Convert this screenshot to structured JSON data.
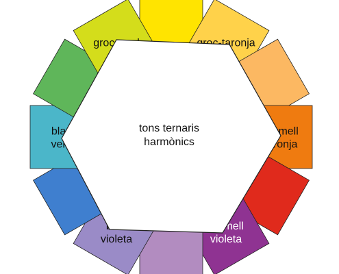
{
  "swatches": [
    {
      "id": "groc",
      "color": "#ffe400",
      "label": []
    },
    {
      "id": "groc-taronja",
      "color": "#ffd24a",
      "label": [
        "groc-taronja"
      ],
      "text_color": "#111111"
    },
    {
      "id": "taronja",
      "color": "#fcb862",
      "label": []
    },
    {
      "id": "vermell-taronja",
      "color": "#ef7b10",
      "label": [
        "vermell",
        "taronja"
      ],
      "text_color": "#111111"
    },
    {
      "id": "vermell",
      "color": "#e02a1c",
      "label": []
    },
    {
      "id": "vermell-violeta",
      "color": "#8f3392",
      "label": [
        "vermell",
        "violeta"
      ],
      "text_color": "#ffffff"
    },
    {
      "id": "violeta",
      "color": "#b28cc0",
      "label": []
    },
    {
      "id": "blau-violeta",
      "color": "#9a8bc7",
      "label": [
        "blau",
        "violeta"
      ],
      "text_color": "#111111"
    },
    {
      "id": "blau",
      "color": "#3f7fcf",
      "label": []
    },
    {
      "id": "blau-verd",
      "color": "#4bb6c9",
      "label": [
        "blau",
        "verd"
      ],
      "text_color": "#111111"
    },
    {
      "id": "verd",
      "color": "#5fb65a",
      "label": []
    },
    {
      "id": "groc-verd",
      "color": "#d4dd1b",
      "label": [
        "groc-verd"
      ],
      "text_color": "#111111"
    }
  ],
  "center_text": [
    "tons ternaris",
    "harmònics"
  ],
  "outline_color": "#222222"
}
